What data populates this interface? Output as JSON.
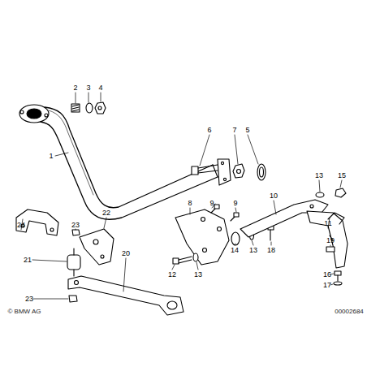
{
  "diagram": {
    "labels": [
      "2",
      "3",
      "4",
      "1",
      "6",
      "7",
      "5",
      "13",
      "15",
      "10",
      "8",
      "9",
      "9",
      "24",
      "23",
      "22",
      "11",
      "19",
      "14",
      "13",
      "18",
      "21",
      "20",
      "12",
      "13",
      "16",
      "17",
      "23",
      "© BMW AG",
      "00002684"
    ]
  }
}
